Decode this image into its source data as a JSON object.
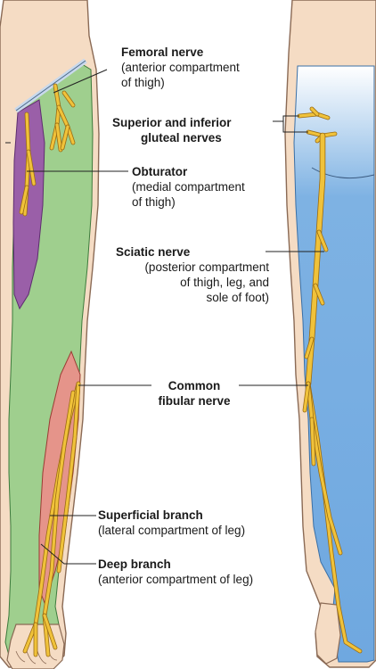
{
  "palette": {
    "skin": "#f5dcc4",
    "skin_outline": "#8a6a55",
    "anterior_thigh": "#9fcf8e",
    "medial_thigh": "#9a5fa8",
    "leg_lateral": "#e5948a",
    "posterior": "#7eb2e3",
    "nerve": "#f0c23a",
    "nerve_outline": "#9a6b12",
    "leader": "#222222"
  },
  "labels": {
    "femoral": {
      "title": "Femoral nerve",
      "lines": [
        "(anterior compartment",
        "of thigh)"
      ]
    },
    "gluteal": {
      "title_1": "Superior and inferior",
      "title_2": "gluteal nerves"
    },
    "obturator": {
      "title": "Obturator",
      "lines": [
        "(medial compartment",
        "of thigh)"
      ]
    },
    "sciatic": {
      "title": "Sciatic nerve",
      "lines": [
        "(posterior compartment",
        "of thigh, leg, and",
        "sole of foot)"
      ]
    },
    "common_fibular": {
      "title_1": "Common",
      "title_2": "fibular nerve"
    },
    "superficial": {
      "title": "Superficial branch",
      "lines": [
        "(lateral compartment of leg)"
      ]
    },
    "deep": {
      "title": "Deep branch",
      "lines": [
        "(anterior compartment of leg)"
      ]
    }
  }
}
